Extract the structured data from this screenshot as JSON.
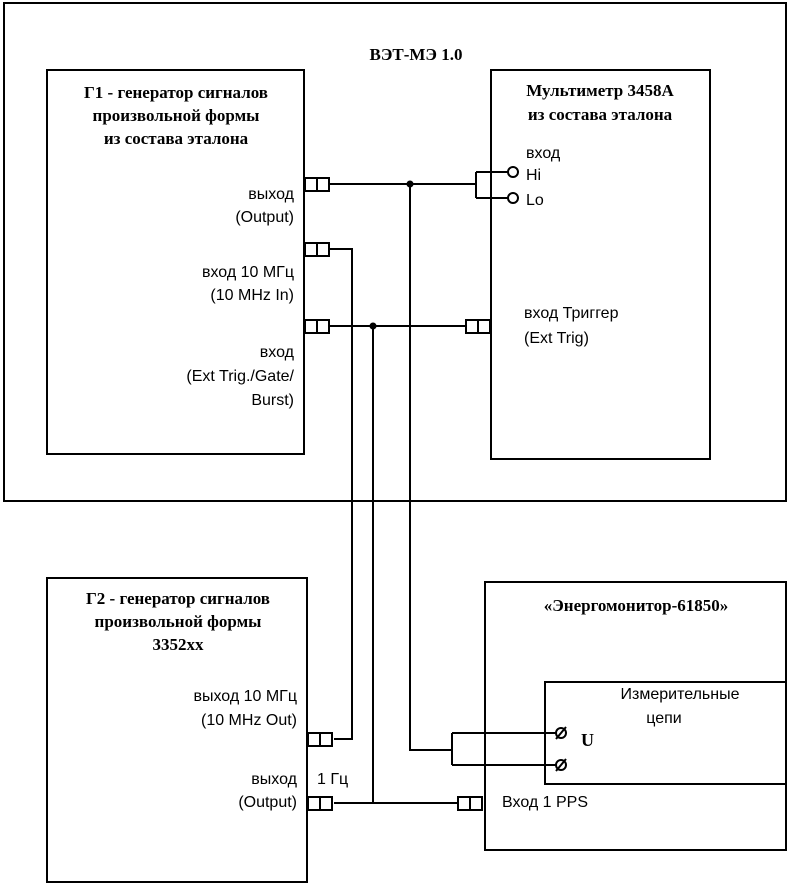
{
  "system": {
    "title": "ВЭТ-МЭ 1.0"
  },
  "g1": {
    "title": [
      "Г1 - генератор сигналов",
      "произвольной формы",
      "из состава эталона"
    ],
    "output": [
      "выход",
      "(Output)"
    ],
    "in10": [
      "вход 10 МГц",
      "(10 MHz In)"
    ],
    "trig": [
      "вход",
      "(Ext Trig./Gate/",
      "Burst)"
    ]
  },
  "dmm": {
    "title": [
      "Мультиметр 3458А",
      "из состава эталона"
    ],
    "input_label": "вход",
    "hi": "Hi",
    "lo": "Lo",
    "trig": [
      "вход Триггер",
      "(Ext Trig)"
    ]
  },
  "g2": {
    "title": [
      "Г2 - генератор сигналов",
      "произвольной формы",
      "3352xx"
    ],
    "out10": [
      "выход 10 МГц",
      "(10 MHz Out)"
    ],
    "output": [
      "выход",
      "(Output)"
    ],
    "freq": "1 Гц"
  },
  "em": {
    "title": "«Энергомонитор-61850»",
    "meas": [
      "Измерительные",
      "цепи"
    ],
    "u": "U",
    "pps": "Вход 1 PPS"
  }
}
